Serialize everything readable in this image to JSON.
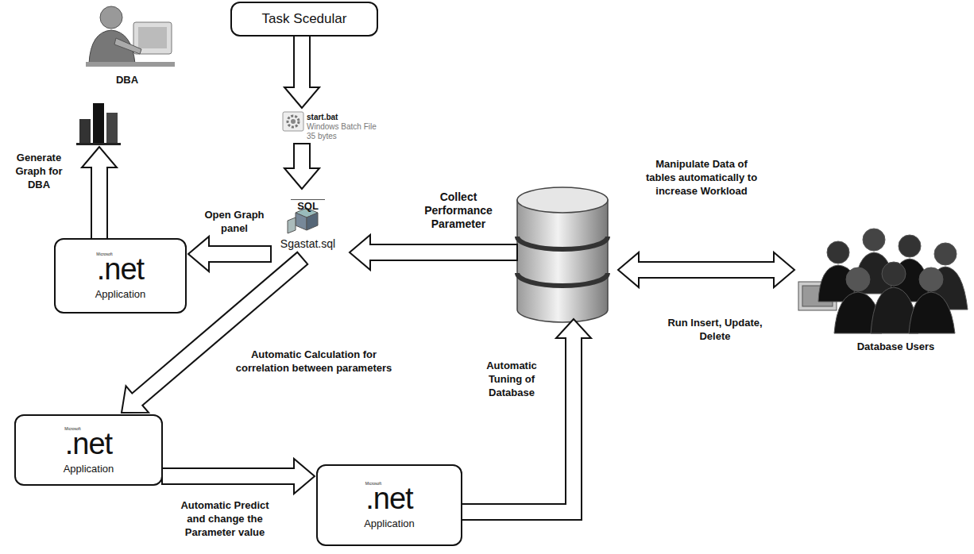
{
  "diagram": {
    "nodes": [
      {
        "text": [
          "Task Scedular"
        ]
      },
      {
        "text": [
          "start.bat",
          "Windows Batch File",
          "35 bytes"
        ]
      },
      {
        "text": [
          "SQL",
          "Sgastat.sql"
        ]
      },
      {
        "text": [
          "Microsoft",
          ".net",
          "Application"
        ]
      },
      {
        "text": [
          "Microsoft",
          ".net",
          "Application"
        ]
      },
      {
        "text": [
          "Microsoft",
          ".net",
          "Application"
        ]
      }
    ],
    "edges": [
      {
        "from": 0,
        "to": 1,
        "arrow": "to"
      },
      {
        "from": 1,
        "to": 2,
        "arrow": "to"
      },
      {
        "from": 2,
        "to": 3,
        "label": "Open Graph panel",
        "arrow": "to"
      },
      {
        "from": 2,
        "to": 4,
        "label": "Automatic Calculation for correlation between parameters",
        "arrow": "to"
      },
      {
        "from": 4,
        "to": 5,
        "label": "Automatic Predict and change the Parameter value",
        "arrow": "to"
      }
    ],
    "labels": [
      "DBA",
      "Generate Graph for DBA",
      "Collect Performance Parameter",
      "Manipulate Data of tables automatically to increase Workload",
      "Run Insert, Update, Delete",
      "Database Users",
      "Automatic Tuning of Database"
    ]
  }
}
